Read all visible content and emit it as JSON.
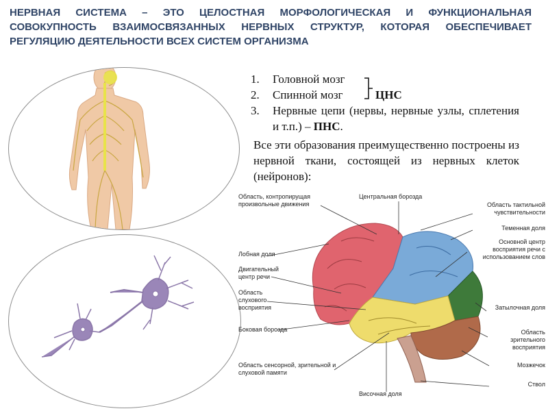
{
  "title": "Нервная система – это целостная морфологическая и функциональная совокупность взаимосвязанных нервных структур, которая обеспечивает регуляцию деятельности всех систем организма",
  "list": [
    {
      "num": "1.",
      "text": "Головной мозг"
    },
    {
      "num": "2.",
      "text": "Спинной мозг"
    },
    {
      "num": "3.",
      "text": "Нервные цепи (нервы, нервные узлы, сплетения и т.п.) –",
      "bold": "ПНС",
      "tail": "."
    }
  ],
  "cns_label": "ЦНС",
  "paragraph": "Все эти образования преимущественно построены из нервной ткани, состоящей из нервных клеток (нейронов):",
  "brain_labels": {
    "motor_area": "Область, контропирущая произвольные движения",
    "central_sulcus": "Центральная борозда",
    "tactile_area": "Область тактильной чувствительности",
    "parietal_lobe": "Теменная доля",
    "speech_center": "Основной центр восприятия речи с использованием слов",
    "frontal_lobe": "Лобная доля",
    "motor_speech": "Двигательный центр речи",
    "auditory_area": "Область слухового восприятия",
    "lateral_sulcus": "Боковая борозда",
    "occipital_lobe": "Затылочная доля",
    "visual_area": "Область зрительного восприятия",
    "memory_area": "Область сенсорной, зрительной и слуховой памяти",
    "cerebellum": "Мозжечок",
    "temporal_lobe": "Височная доля",
    "brainstem": "Ствол"
  },
  "colors": {
    "title": "#2f4466",
    "frontal": "#e0646e",
    "parietal": "#7aaad8",
    "occipital": "#3e7a3a",
    "temporal": "#eedc6c",
    "cerebellum": "#b06a4a",
    "nerves": "#c8a640",
    "body": "#f0c9a6",
    "neuron": "#9a86b8"
  }
}
